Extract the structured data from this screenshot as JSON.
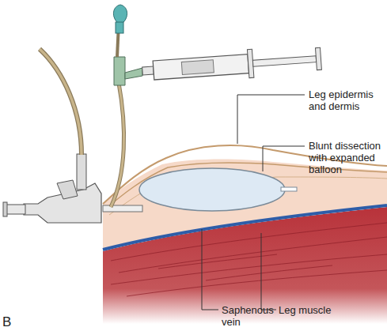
{
  "diagram": {
    "labels": [
      "Leg epidermis and dermis",
      "Blunt dissection with expanded balloon",
      "Saphenous vein",
      "Leg muscle",
      "B"
    ]
  }
}
